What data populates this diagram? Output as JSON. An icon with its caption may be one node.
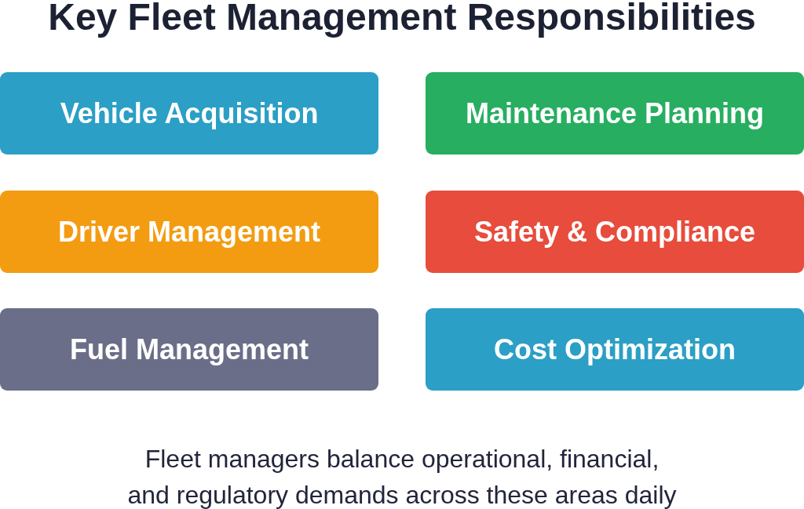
{
  "diagram": {
    "title": "Key Fleet Management Responsibilities",
    "nodes": [
      {
        "text": [
          "Vehicle Acquisition"
        ]
      },
      {
        "text": [
          "Maintenance Planning"
        ]
      },
      {
        "text": [
          "Driver Management"
        ]
      },
      {
        "text": [
          "Safety & Compliance"
        ]
      },
      {
        "text": [
          "Fuel Management"
        ]
      },
      {
        "text": [
          "Cost Optimization"
        ]
      }
    ],
    "caption": "Fleet managers balance operational, financial, and regulatory demands across these areas daily"
  }
}
